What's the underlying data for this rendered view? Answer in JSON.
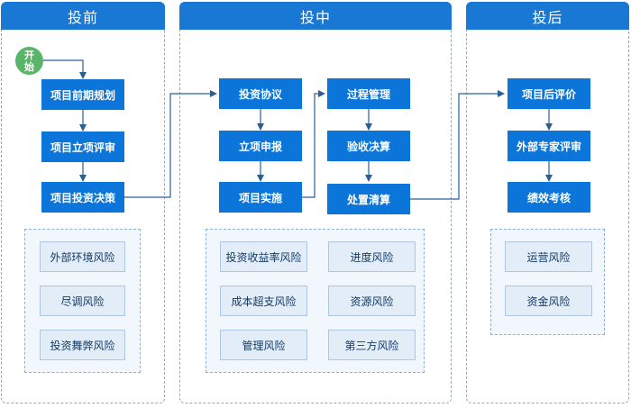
{
  "phases": {
    "pre": {
      "title": "投前"
    },
    "mid": {
      "title": "投中"
    },
    "post": {
      "title": "投后"
    }
  },
  "start_label": "开始",
  "pre_steps": [
    "项目前期规划",
    "项目立项评审",
    "项目投资决策"
  ],
  "mid_steps_left": [
    "投资协议",
    "立项申报",
    "项目实施"
  ],
  "mid_steps_right": [
    "过程管理",
    "验收决算",
    "处置清算"
  ],
  "post_steps": [
    "项目后评价",
    "外部专家评审",
    "绩效考核"
  ],
  "risks": {
    "pre": [
      "外部环境风险",
      "尽调风险",
      "投资舞弊风险"
    ],
    "mid": [
      "投资收益率风险",
      "进度风险",
      "成本超支风险",
      "资源风险",
      "管理风险",
      "第三方风险"
    ],
    "post": [
      "运营风险",
      "资金风险"
    ]
  },
  "colors": {
    "header": "#1878d4",
    "node": "#0b75d9",
    "start": "#59b669",
    "risk_fill": "#e3edf8",
    "connector": "#2a5f96"
  }
}
